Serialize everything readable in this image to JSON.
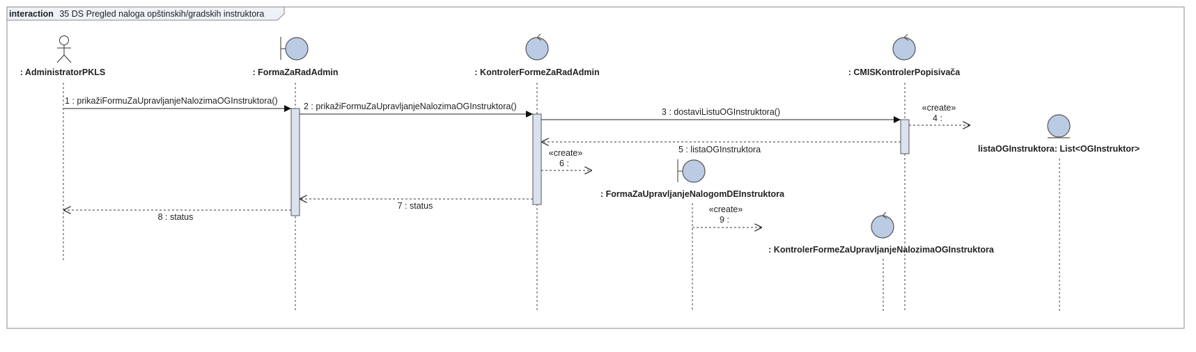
{
  "frame": {
    "keyword": "interaction",
    "title": "35 DS Pregled naloga opštinskih/gradskih instruktora"
  },
  "colors": {
    "fill": "#BACBE3",
    "stroke": "#555555",
    "frame_stroke": "#888888",
    "text": "#222222",
    "frame_tab": "#EEF2F8"
  },
  "lifelines": [
    {
      "id": "admin",
      "kind": "actor",
      "name": ": AdministratorPKLS"
    },
    {
      "id": "forma",
      "kind": "boundary",
      "name": ": FormaZaRadAdmin"
    },
    {
      "id": "kontroler",
      "kind": "control",
      "name": ": KontrolerFormeZaRadAdmin"
    },
    {
      "id": "cmis",
      "kind": "control",
      "name": ": CMISKontrolerPopisivača"
    },
    {
      "id": "lista",
      "kind": "entity",
      "name": "listaOGInstruktora: List<OGInstruktor>"
    },
    {
      "id": "formaUpr",
      "kind": "boundary",
      "name": ": FormaZaUpravljanjeNalogomDEInstruktora"
    },
    {
      "id": "kontrUpr",
      "kind": "control",
      "name": ": KontrolerFormeZaUpravljanjeNalozimaOGInstruktora"
    }
  ],
  "messages": [
    {
      "id": "m1",
      "type": "sync",
      "label": "1 : prikažiFormuZaUpravljanjeNalozimaOGInstruktora()"
    },
    {
      "id": "m2",
      "type": "sync",
      "label": "2 : prikažiFormuZaUpravljanjeNalozimaOGInstruktora()"
    },
    {
      "id": "m3",
      "type": "sync",
      "label": "3 : dostaviListuOGInstruktora()"
    },
    {
      "id": "m4",
      "type": "create",
      "stereotype": "«create»",
      "label": "4 :"
    },
    {
      "id": "m5",
      "type": "reply",
      "label": "5 : listaOGInstruktora"
    },
    {
      "id": "m6",
      "type": "create",
      "stereotype": "«create»",
      "label": "6 :"
    },
    {
      "id": "m7",
      "type": "reply",
      "label": "7 : status"
    },
    {
      "id": "m8",
      "type": "reply",
      "label": "8 : status"
    },
    {
      "id": "m9",
      "type": "create",
      "stereotype": "«create»",
      "label": "9 :"
    }
  ]
}
